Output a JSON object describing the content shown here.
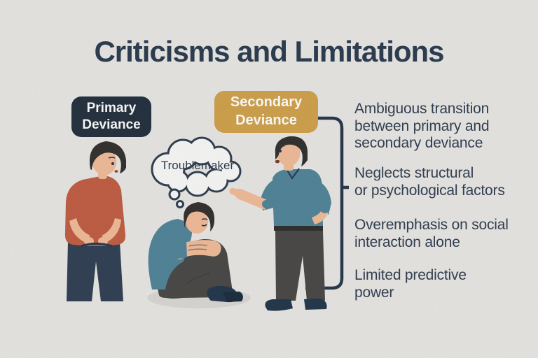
{
  "page": {
    "title": "Criticisms and Limitations"
  },
  "badges": [
    {
      "id": "primary-deviance",
      "lines": [
        "Primary",
        "Deviance"
      ]
    },
    {
      "id": "secondary-deviance",
      "lines": [
        "Secondary",
        "Deviance"
      ]
    }
  ],
  "illustration": {
    "thought_bubble_text": "Troublemaker",
    "scene": "person in red shirt shoplifting (primary deviance), sad person sitting hunched being labeled, person in teal shirt pointing and labeling (secondary deviance)"
  },
  "criticisms": [
    "Ambiguous transition\nbetween primary and\nsecondary deviance",
    "Neglects structural\nor psychological factors",
    "Overemphasis on social\ninteraction alone",
    "Limited predictive\npower"
  ],
  "colors": {
    "background": "#E9E8E5",
    "title_text": "#26374B",
    "body_text": "#2B3A4C",
    "badge_primary_bg": "#1E2B3A",
    "badge_secondary_bg": "#D0A047",
    "badge_text": "#FFFFFF",
    "connector": "#223248",
    "bubble_outline": "#2B3A4C",
    "bubble_fill": "#FAFAF8",
    "shirt_red": "#C05A3F",
    "shirt_teal": "#4C8297",
    "pants_navy": "#2C3B50",
    "pants_gray": "#454442",
    "skin": "#F2BB97",
    "hair": "#2E2C2A",
    "shoes_navy": "#1E3247",
    "shadow": "#D9D8D4"
  }
}
